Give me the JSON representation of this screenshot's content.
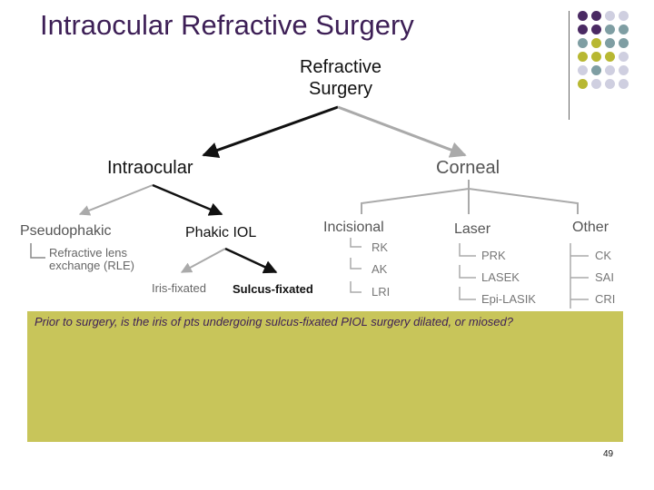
{
  "title": "Intraocular Refractive Surgery",
  "root_label": "Refractive Surgery",
  "branches": {
    "intraocular": "Intraocular",
    "corneal": "Corneal"
  },
  "intraocular_children": {
    "pseudophakic": "Pseudophakic",
    "phakic_iol": "Phakic IOL",
    "refractive_lens_exchange": "Refractive lens exchange (RLE)",
    "iris_fixated": "Iris-fixated",
    "sulcus_fixated": "Sulcus-fixated"
  },
  "corneal_columns": [
    {
      "heading": "Incisional",
      "items": [
        "RK",
        "AK",
        "LRI"
      ]
    },
    {
      "heading": "Laser",
      "items": [
        "PRK",
        "LASEK",
        "Epi-LASIK"
      ]
    },
    {
      "heading": "Other",
      "items": [
        "CK",
        "SAI",
        "CRI"
      ]
    }
  ],
  "question": "Prior to surgery, is the iris of pts undergoing sulcus-fixated PIOL surgery dilated, or miosed?",
  "page_number": "49",
  "colors": {
    "title": "#3d1f56",
    "question_box": "#c8c55a",
    "dot_purple": "#4a2a63",
    "dot_teal": "#7f9ea3",
    "dot_olive": "#b8b832",
    "dot_lavender": "#cfcfe0"
  },
  "decor_dots": [
    [
      "dot_purple",
      "dot_purple",
      "dot_lavender",
      "dot_lavender"
    ],
    [
      "dot_purple",
      "dot_purple",
      "dot_teal",
      "dot_teal"
    ],
    [
      "dot_teal",
      "dot_olive",
      "dot_teal",
      "dot_teal"
    ],
    [
      "dot_olive",
      "dot_olive",
      "dot_olive",
      "dot_lavender"
    ],
    [
      "dot_lavender",
      "dot_teal",
      "dot_lavender",
      "dot_lavender"
    ],
    [
      "dot_olive",
      "dot_lavender",
      "dot_lavender",
      "dot_lavender"
    ]
  ]
}
